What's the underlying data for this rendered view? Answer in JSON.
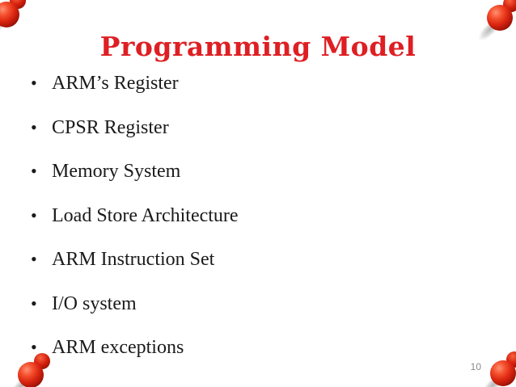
{
  "slide": {
    "title": "Programming Model",
    "bullet_char": "•",
    "bullets": [
      "ARM’s Register",
      "CPSR Register",
      "Memory System",
      "Load Store Architecture",
      "ARM Instruction Set",
      "I/O system",
      "ARM exceptions"
    ],
    "page_number": "10",
    "colors": {
      "title": "#de1f23",
      "body": "#1a1a1a",
      "page_number": "#8a8a8a",
      "pin_red": "#d92510"
    },
    "decorations": {
      "pins": [
        "top-left",
        "top-right",
        "bottom-left",
        "bottom-right"
      ]
    }
  }
}
